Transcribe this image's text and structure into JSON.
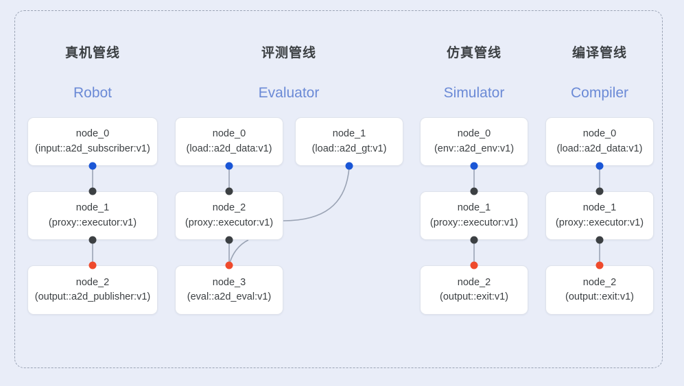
{
  "diagram": {
    "frame": {
      "style": "dashed-rounded-rectangle"
    },
    "background_color": "#e9edf8",
    "accent_color": "#6b8ad6",
    "port_colors": {
      "input": "#1a56d6",
      "passthrough": "#3c4043",
      "output": "#ef4a2c"
    },
    "columns": [
      {
        "id": "robot",
        "title_cn": "真机管线",
        "title_en": "Robot",
        "nodes": [
          {
            "name": "node_0",
            "spec": "(input::a2d_subscriber:v1)",
            "row": 0
          },
          {
            "name": "node_1",
            "spec": "(proxy::executor:v1)",
            "row": 1
          },
          {
            "name": "node_2",
            "spec": "(output::a2d_publisher:v1)",
            "row": 2
          }
        ]
      },
      {
        "id": "evaluator",
        "title_cn": "评测管线",
        "title_en": "Evaluator",
        "nodes": [
          {
            "name": "node_0",
            "spec": "(load::a2d_data:v1)",
            "row": 0
          },
          {
            "name": "node_1",
            "spec": "(load::a2d_gt:v1)",
            "row": 0
          },
          {
            "name": "node_2",
            "spec": "(proxy::executor:v1)",
            "row": 1
          },
          {
            "name": "node_3",
            "spec": "(eval::a2d_eval:v1)",
            "row": 2
          }
        ]
      },
      {
        "id": "simulator",
        "title_cn": "仿真管线",
        "title_en": "Simulator",
        "nodes": [
          {
            "name": "node_0",
            "spec": "(env::a2d_env:v1)",
            "row": 0
          },
          {
            "name": "node_1",
            "spec": "(proxy::executor:v1)",
            "row": 1
          },
          {
            "name": "node_2",
            "spec": "(output::exit:v1)",
            "row": 2
          }
        ]
      },
      {
        "id": "compiler",
        "title_cn": "编译管线",
        "title_en": "Compiler",
        "nodes": [
          {
            "name": "node_0",
            "spec": "(load::a2d_data:v1)",
            "row": 0
          },
          {
            "name": "node_1",
            "spec": "(proxy::executor:v1)",
            "row": 1
          },
          {
            "name": "node_2",
            "spec": "(output::exit:v1)",
            "row": 2
          }
        ]
      }
    ]
  }
}
